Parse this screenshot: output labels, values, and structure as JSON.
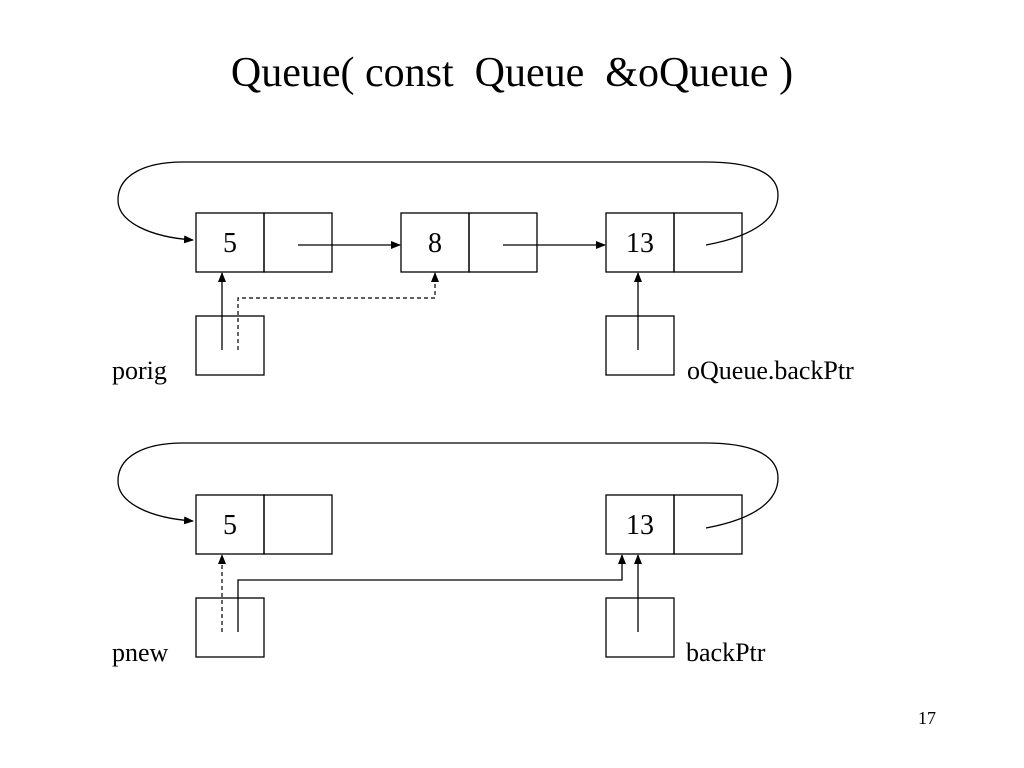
{
  "slide": {
    "title": "Queue( const  Queue  &oQueue )",
    "page_number": "17"
  },
  "top_diagram": {
    "nodes": [
      {
        "value": "5"
      },
      {
        "value": "8"
      },
      {
        "value": "13"
      }
    ],
    "pointer_labels": {
      "left": "porig",
      "right": "oQueue.backPtr"
    }
  },
  "bottom_diagram": {
    "nodes": [
      {
        "value": "5"
      },
      {
        "value": "13"
      }
    ],
    "pointer_labels": {
      "left": "pnew",
      "right": "backPtr"
    }
  }
}
